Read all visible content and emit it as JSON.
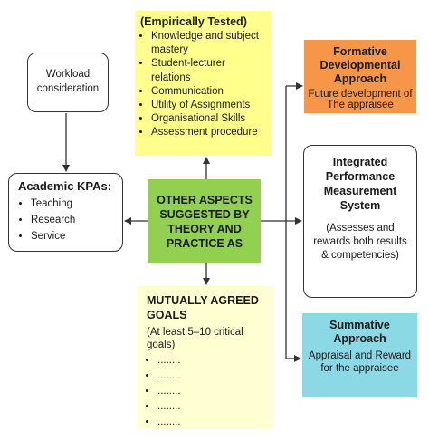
{
  "workload": {
    "label": "Workload consideration"
  },
  "kpa": {
    "title": "Academic KPAs:",
    "items": [
      "Teaching",
      "Research",
      "Service"
    ]
  },
  "tested": {
    "title": "(Empirically Tested)",
    "items": [
      "Knowledge and subject mastery",
      "Student-lecturer relations",
      "Communication",
      "Utility of Assignments",
      "Organisational Skills",
      "Assessment procedure"
    ]
  },
  "center": {
    "label": "OTHER ASPECTS SUGGESTED BY THEORY AND PRACTICE AS"
  },
  "goals": {
    "title": "MUTUALLY AGREED GOALS",
    "subtitle": "(At least 5–10 critical goals)",
    "items": [
      "........",
      "........",
      "........",
      "........",
      "........"
    ]
  },
  "formative": {
    "title": "Formative Developmental Approach",
    "desc": "Future development of The appraisee"
  },
  "integrated": {
    "title": "Integrated Performance Measurement System",
    "desc": "(Assesses and rewards both results & competencies)"
  },
  "summative": {
    "title": "Summative Approach",
    "desc": "Appraisal and Reward for the appraisee"
  },
  "colors": {
    "yellow": "#ffff8c",
    "green": "#92d050",
    "pale_yellow": "#ffffd2",
    "orange": "#f79646",
    "cyan": "#8cd9e6"
  }
}
